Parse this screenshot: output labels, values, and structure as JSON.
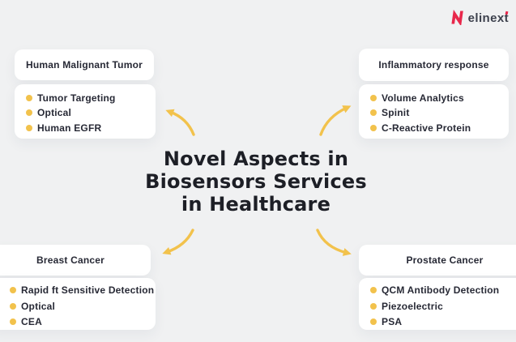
{
  "logo": {
    "brand_head": "elinex",
    "brand_tail": "t"
  },
  "title": {
    "line1": "Novel Aspects in",
    "line2": "Biosensors Services",
    "line3": "in Healthcare"
  },
  "quadrants": {
    "top_left": {
      "header": "Human Malignant Tumor",
      "items": [
        "Tumor Targeting",
        "Optical",
        "Human EGFR"
      ]
    },
    "top_right": {
      "header": "Inflammatory response",
      "items": [
        "Volume Analytics",
        "Spinit",
        "C-Reactive Protein"
      ]
    },
    "bottom_left": {
      "header": "Breast Cancer",
      "items": [
        "Rapid ft Sensitive Detection",
        "Optical",
        "CEA"
      ]
    },
    "bottom_right": {
      "header": "Prostate Cancer",
      "items": [
        "QCM Antibody Detection",
        "Piezoelectric",
        "PSA"
      ]
    }
  },
  "colors": {
    "background": "#f0f1f2",
    "card": "#ffffff",
    "accent_yellow": "#f2c24c",
    "text_dark": "#272935",
    "title_dark": "#1d1f26",
    "logo_red": "#e8274b",
    "logo_text": "#3d414d"
  }
}
